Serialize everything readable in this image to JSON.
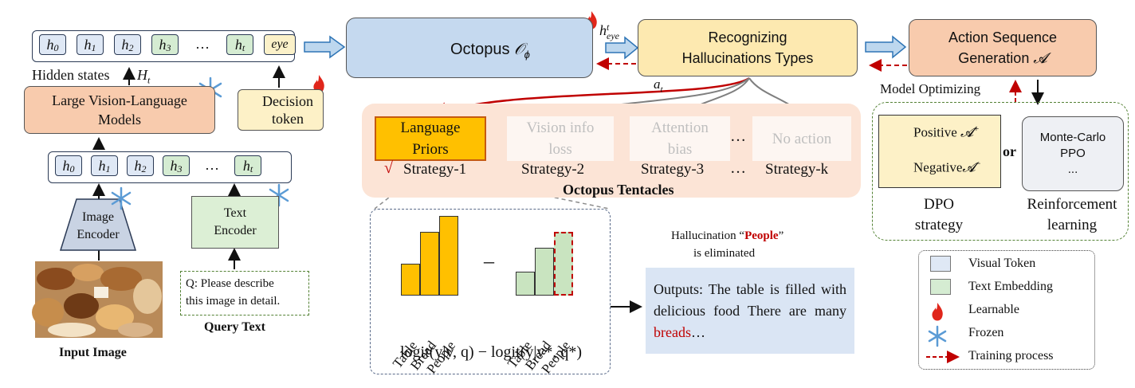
{
  "hidden_state_tokens": [
    {
      "base": "h",
      "sub": "0",
      "style": "blue"
    },
    {
      "base": "h",
      "sub": "1",
      "style": "blue"
    },
    {
      "base": "h",
      "sub": "2",
      "style": "blue"
    },
    {
      "base": "h",
      "sub": "3",
      "style": "green"
    },
    {
      "base": "…",
      "sub": "",
      "style": "none"
    },
    {
      "base": "h",
      "sub": "t",
      "style": "green"
    },
    {
      "base": "eye",
      "sub": "",
      "style": "yellow"
    }
  ],
  "input_tokens": [
    {
      "base": "h",
      "sub": "0",
      "style": "blue"
    },
    {
      "base": "h",
      "sub": "1",
      "style": "blue"
    },
    {
      "base": "h",
      "sub": "2",
      "style": "blue"
    },
    {
      "base": "h",
      "sub": "3",
      "style": "green"
    },
    {
      "base": "…",
      "sub": "",
      "style": "none"
    },
    {
      "base": "h",
      "sub": "t",
      "style": "green"
    }
  ],
  "labels": {
    "hidden_states": "Hidden states",
    "hidden_states_symbol": "H",
    "hidden_states_sub": "t",
    "lvlm_line1": "Large Vision-Language",
    "lvlm_line2": "Models",
    "decision_line1": "Decision",
    "decision_line2": "token",
    "image_encoder_line1": "Image",
    "image_encoder_line2": "Encoder",
    "text_encoder_line1": "Text",
    "text_encoder_line2": "Encoder",
    "query_line1": "Q: Please describe",
    "query_line2": "this image in detail.",
    "query_caption": "Query Text",
    "input_image_caption": "Input Image",
    "octopus_name": "Octopus",
    "octopus_symbol": "𝒪",
    "octopus_sub": "ϕ",
    "h_eye": "h",
    "h_eye_sup": "t",
    "h_eye_sub": "eye",
    "recognize_line1": "Recognizing",
    "recognize_line2": "Hallucinations Types",
    "a_t": "a",
    "a_t_sub": "t",
    "action_line1": "Action Sequence",
    "action_line2": "Generation",
    "action_symbol": "𝓐",
    "model_optimizing": "Model Optimizing",
    "tentacles_title": "Octopus Tentacles",
    "positive": "Positive",
    "negative": "Negative",
    "positive_sup": "+",
    "negative_sup": "−",
    "or": "or",
    "mc_line1": "Monte-Carlo",
    "mc_line2": "PPO",
    "mc_line3": "...",
    "dpo_line1": "DPO",
    "dpo_line2": "strategy",
    "rl_line1": "Reinforcement",
    "rl_line2": "learning",
    "hallucination_prefix": "Hallucination “",
    "hallucination_word": "People",
    "hallucination_suffix": "”",
    "eliminated": "is eliminated",
    "outputs_text": "Outputs: The table is filled with delicious food There are many ",
    "outputs_highlight": "breads",
    "outputs_tail": "…",
    "minus_sign": "–",
    "checkmark": "√"
  },
  "strategies": [
    {
      "box_line1": "Language",
      "box_line2": "Priors",
      "label": "Strategy-1",
      "selected": true
    },
    {
      "box_line1": "Vision info",
      "box_line2": "loss",
      "label": "Strategy-2",
      "selected": false
    },
    {
      "box_line1": "Attention",
      "box_line2": "bias",
      "label": "Strategy-3",
      "selected": false
    },
    {
      "box_line1": "No action",
      "box_line2": "",
      "label": "Strategy-k",
      "selected": false
    }
  ],
  "ellipses": [
    "…",
    "…"
  ],
  "logit_formula": {
    "left": "logit(y|v, q)",
    "minus": "−",
    "right": "logit(y|v*, q*)"
  },
  "legend": [
    {
      "label": "Visual Token",
      "kind": "swatch",
      "color": "#dfe8f5"
    },
    {
      "label": "Text Embedding",
      "kind": "swatch",
      "color": "#d5ecd2"
    },
    {
      "label": "Learnable",
      "kind": "flame-icon"
    },
    {
      "label": "Frozen",
      "kind": "snowflake-icon"
    },
    {
      "label": "Training process",
      "kind": "dashed-red-arrow"
    }
  ],
  "chart_data": [
    {
      "type": "bar",
      "categories": [
        "Table",
        "Bread",
        "People"
      ],
      "values": [
        2,
        4,
        5
      ],
      "ylim": [
        0,
        5
      ],
      "color": "#ffc000"
    },
    {
      "type": "bar",
      "categories": [
        "Table",
        "Bread",
        "People"
      ],
      "values": [
        1.5,
        3,
        4
      ],
      "ylim": [
        0,
        5
      ],
      "color": "#c9e4c0",
      "highlighted_category": "People"
    }
  ],
  "colors": {
    "octopus_box": "#c5d9ef",
    "recognize_box": "#fde9b0",
    "action_box": "#f8cbad",
    "lvlm_box": "#f8cbad",
    "tentacle_bg": "#fce4d6",
    "strategy1_box": "#ffc000",
    "output_box": "#dae5f4",
    "accent_red": "#c00000",
    "dashed_green": "#548235",
    "arrow_blue": "#bdd7ee"
  }
}
